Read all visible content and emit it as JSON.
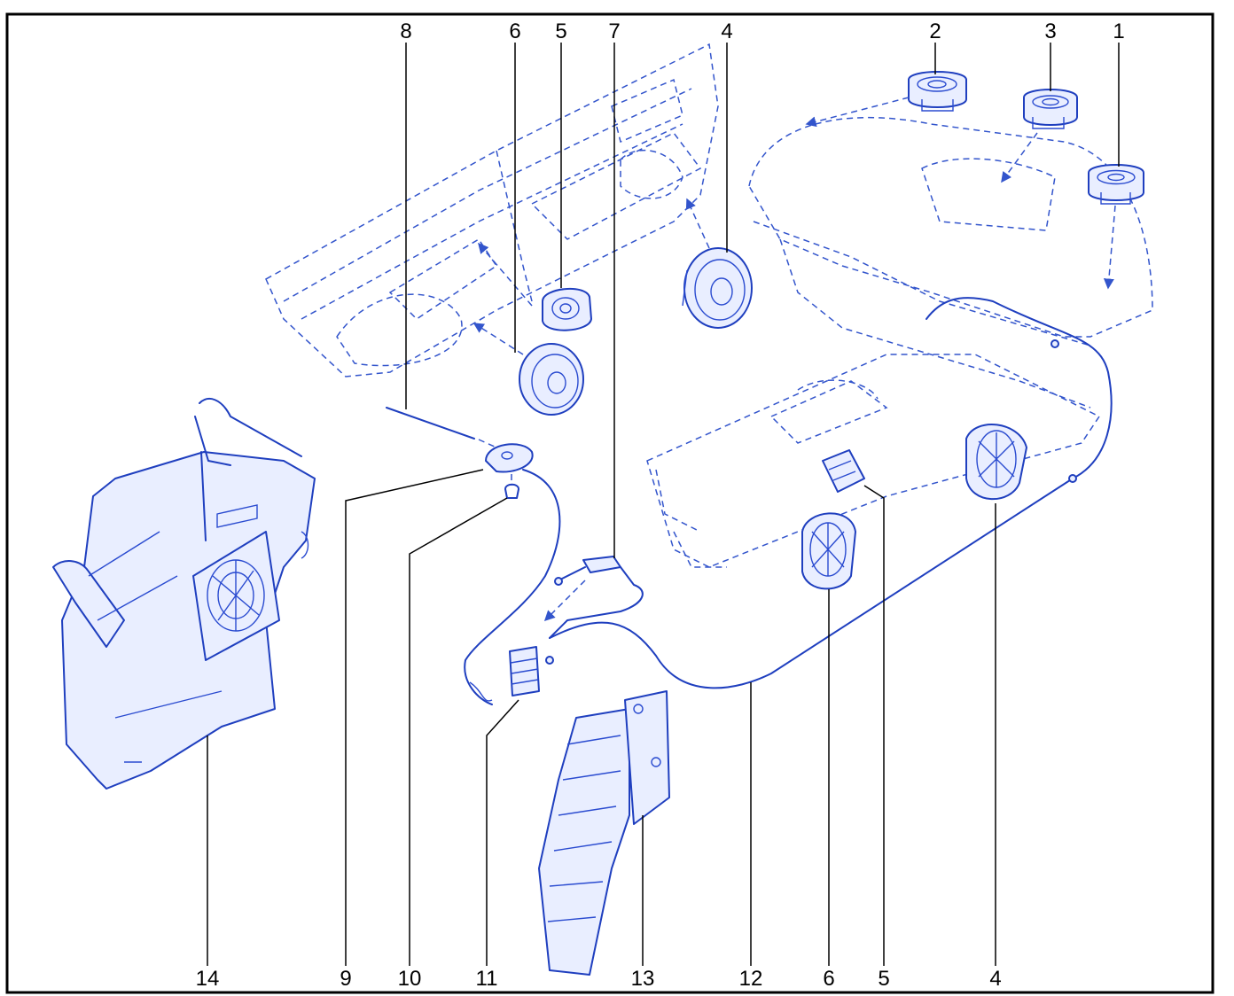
{
  "callouts": {
    "c1": "1",
    "c2": "2",
    "c3": "3",
    "c4_top": "4",
    "c5_top": "5",
    "c6_top": "6",
    "c7": "7",
    "c8": "8",
    "c9": "9",
    "c10": "10",
    "c11": "11",
    "c12": "12",
    "c13": "13",
    "c14": "14",
    "c6_bottom": "6",
    "c5_bottom": "5",
    "c4_bottom": "4"
  },
  "colors": {
    "ink": "#1f3fbf",
    "frame": "#000000"
  }
}
